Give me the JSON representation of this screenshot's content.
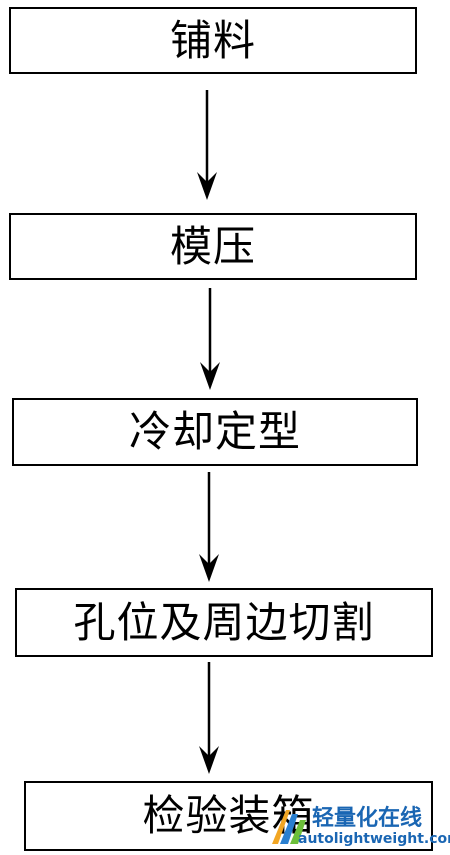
{
  "steps": [
    {
      "label": "铺料"
    },
    {
      "label": "模压"
    },
    {
      "label": "冷却定型"
    },
    {
      "label": "孔位及周边切割"
    },
    {
      "label": "检验装箱"
    }
  ],
  "watermark": {
    "brand": "轻量化在线",
    "url": "autolightweight.com"
  }
}
